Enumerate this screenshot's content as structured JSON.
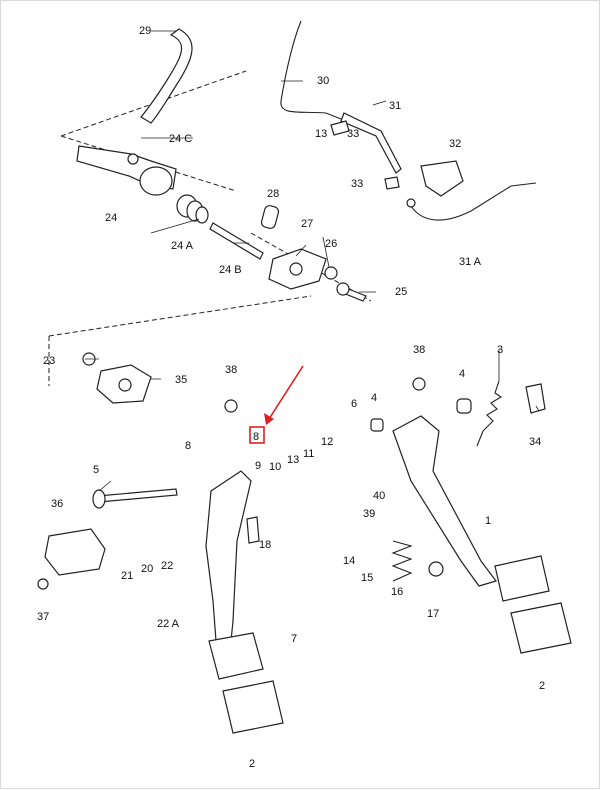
{
  "diagram": {
    "callouts": {
      "c29": "29",
      "c30": "30",
      "c24c": "24 C",
      "c31": "31",
      "c13": "13",
      "c32": "32",
      "c33a": "33",
      "c33b": "33",
      "c24": "24",
      "c28": "28",
      "c27": "27",
      "c24a": "24 A",
      "c26": "26",
      "c24b": "24 B",
      "c25": "25",
      "c31a": "31 A",
      "c23": "23",
      "c35": "35",
      "c38a": "38",
      "c38b": "38",
      "c3": "3",
      "c4a": "4",
      "c4b": "4",
      "c6": "6",
      "c34": "34",
      "c8a": "8",
      "c8b": "8",
      "c9": "9",
      "c10": "10",
      "c13b": "13",
      "c11": "11",
      "c12": "12",
      "c5": "5",
      "c40": "40",
      "c39": "39",
      "c1": "1",
      "c36": "36",
      "c18": "18",
      "c21": "21",
      "c20": "20",
      "c22": "22",
      "c14": "14",
      "c15": "15",
      "c16": "16",
      "c17": "17",
      "c37": "37",
      "c22a": "22 A",
      "c7": "7",
      "c2a": "2",
      "c2b": "2"
    },
    "highlight": {
      "part": "8",
      "arrow_color": "#e02020"
    }
  }
}
